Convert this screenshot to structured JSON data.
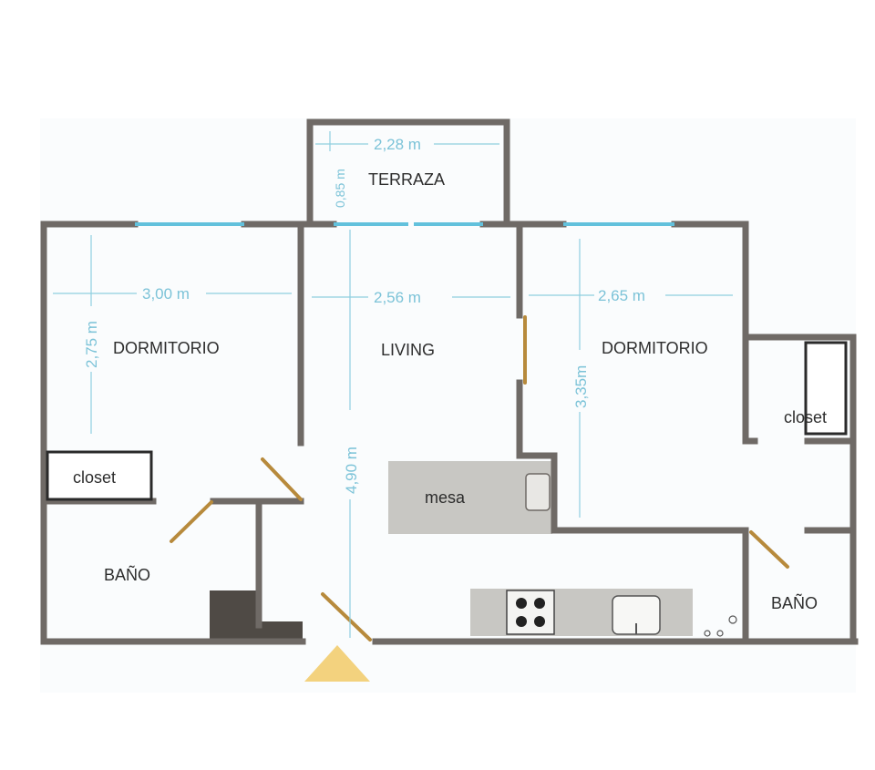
{
  "rooms": {
    "terrace": "TERRAZA",
    "bedroom_left": "DORMITORIO",
    "living": "LIVING",
    "bedroom_right": "DORMITORIO",
    "closet_left": "closet",
    "closet_right": "closet",
    "table": "mesa",
    "bathroom_left": "BAÑO",
    "bathroom_right": "BAÑO"
  },
  "dimensions": {
    "terrace_width": "2,28  m",
    "terrace_depth": "0,85 m",
    "bedroom_left_width": "3,00 m",
    "bedroom_left_depth": "2,75 m",
    "living_width": "2,56  m",
    "living_depth": "4,90 m",
    "bedroom_right_width": "2,65  m",
    "bedroom_right_depth": "3,35m"
  },
  "colors": {
    "wall": "#6f6a66",
    "window": "#62c1dc",
    "door": "#b78a3c",
    "dimension": "#7cc3d8",
    "counter": "#c8c7c3",
    "entrance_marker": "#f3d27e"
  }
}
